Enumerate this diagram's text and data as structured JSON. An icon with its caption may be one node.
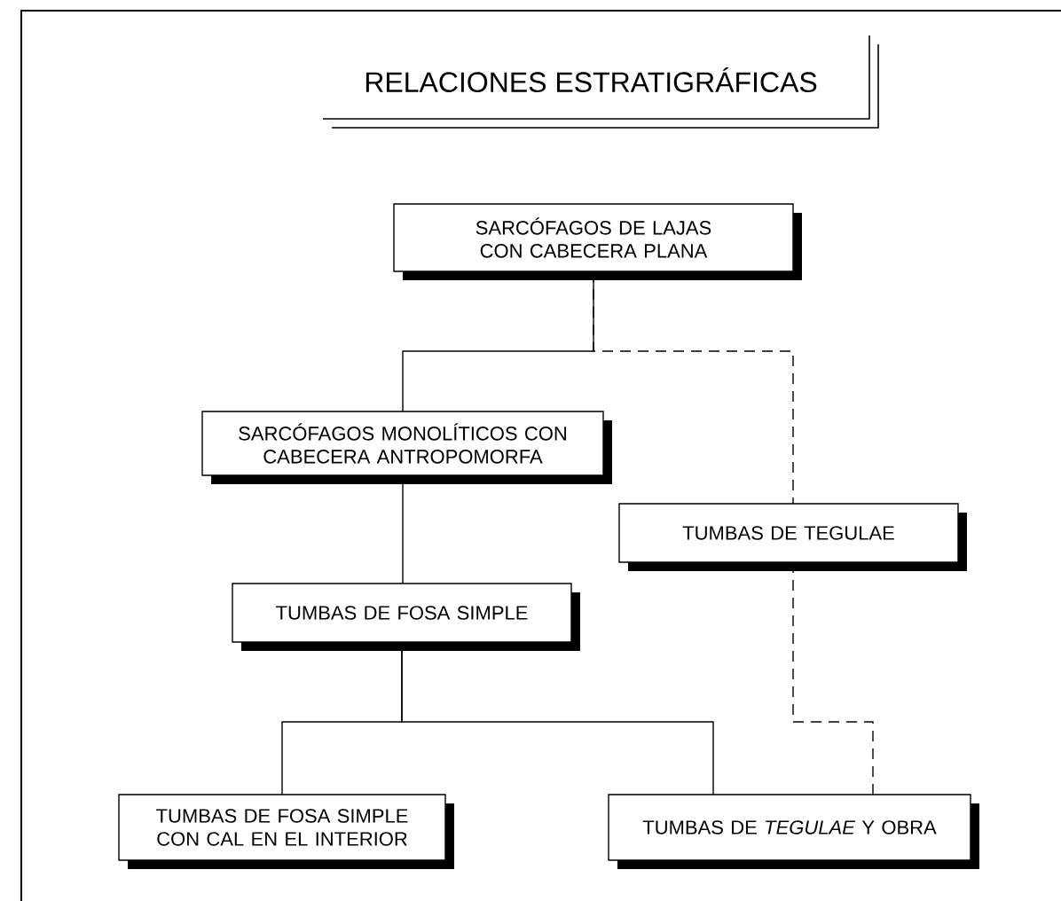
{
  "diagram": {
    "title": "RELACIONES ESTRATIGRÁFICAS",
    "nodes": [
      {
        "text": [
          "SARCÓFAGOS DE LAJAS CON CABECERA PLANA"
        ]
      },
      {
        "text": [
          "SARCÓFAGOS MONOLÍTICOS CON CABECERA ANTROPOMORFA"
        ]
      },
      {
        "text": [
          "TUMBAS DE TEGULAE"
        ]
      },
      {
        "text": [
          "TUMBAS DE FOSA SIMPLE"
        ]
      },
      {
        "text": [
          "TUMBAS DE FOSA SIMPLE CON CAL EN EL INTERIOR"
        ]
      },
      {
        "text": [
          "TUMBAS DE *TEGULAE* Y OBRA"
        ]
      }
    ],
    "edges": [
      {
        "from": 0,
        "to": 1,
        "arrow": "none"
      },
      {
        "from": 0,
        "to": 2,
        "arrow": "none",
        "style": "dashed"
      },
      {
        "from": 1,
        "to": 3,
        "arrow": "none"
      },
      {
        "from": 3,
        "to": 4,
        "arrow": "none"
      },
      {
        "from": 3,
        "to": 5,
        "arrow": "none"
      },
      {
        "from": 2,
        "to": 5,
        "arrow": "none",
        "style": "dashed"
      }
    ]
  }
}
